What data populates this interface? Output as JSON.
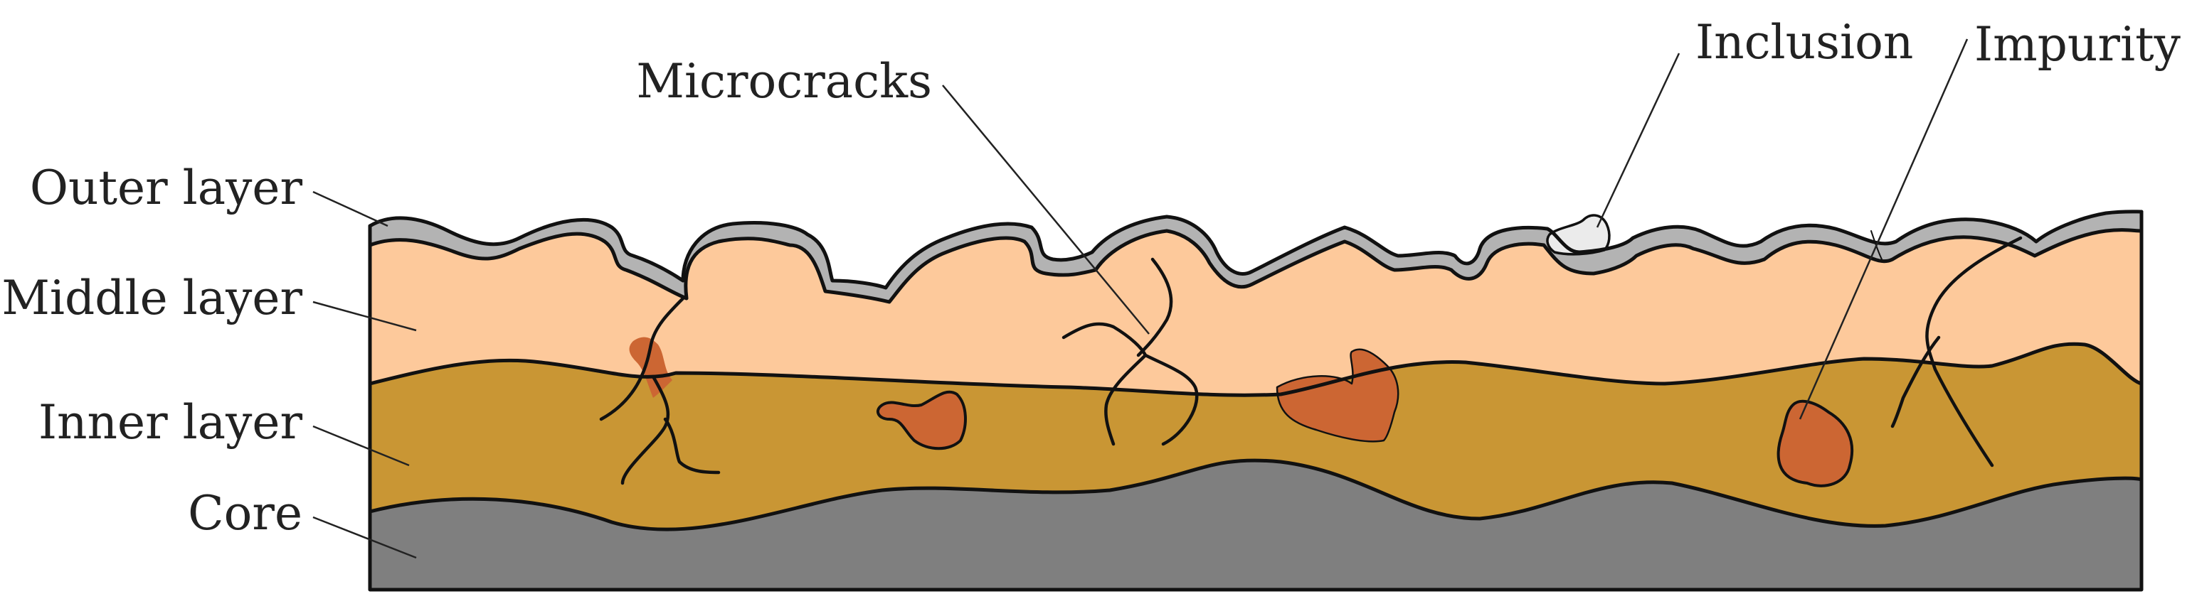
{
  "labels": {
    "outer_layer": "Outer layer",
    "middle_layer": "Middle layer",
    "inner_layer": "Inner layer",
    "core": "Core",
    "microcracks": "Microcracks",
    "inclusion": "Inclusion",
    "impurity": "Impurity"
  },
  "colors": {
    "outer_layer": "#b3b3b3",
    "middle_layer": "#fdc99b",
    "inner_layer": "#c99634",
    "core": "#7f7f7f",
    "impurity": "#cc6633",
    "inclusion": "#ebebeb",
    "outline": "#111111",
    "text": "#222222"
  }
}
